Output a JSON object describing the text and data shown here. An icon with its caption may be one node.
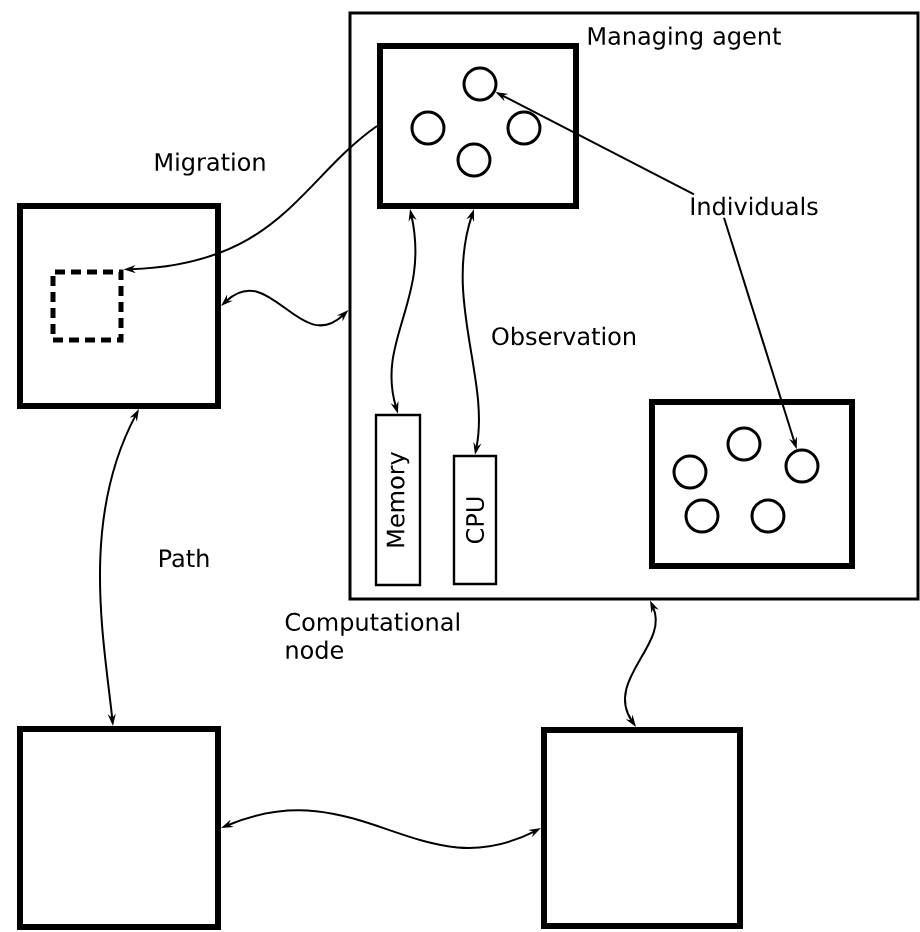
{
  "diagram": {
    "nodes": [
      {
        "text": [
          "Computational node"
        ]
      },
      {
        "text": [
          "Managing agent"
        ],
        "in": 0
      },
      {
        "text": [],
        "shape": "circle",
        "in": 1
      },
      {
        "text": [],
        "shape": "circle",
        "in": 1
      },
      {
        "text": [],
        "shape": "circle",
        "in": 1
      },
      {
        "text": [],
        "shape": "circle",
        "in": 1
      },
      {
        "text": [
          "Memory"
        ],
        "in": 0
      },
      {
        "text": [
          "CPU"
        ],
        "in": 0
      },
      {
        "text": [],
        "shape": "box",
        "in": 0
      },
      {
        "text": [],
        "shape": "circle",
        "in": 8
      },
      {
        "text": [],
        "shape": "circle",
        "in": 8
      },
      {
        "text": [],
        "shape": "circle",
        "in": 8
      },
      {
        "text": [],
        "shape": "circle",
        "in": 8
      },
      {
        "text": [],
        "shape": "circle",
        "in": 8
      },
      {
        "text": [
          "Individuals"
        ],
        "in": 0
      },
      {
        "text": [],
        "shape": "box"
      },
      {
        "text": [],
        "shape": "box",
        "in": 15
      },
      {
        "text": [],
        "shape": "box"
      },
      {
        "text": [],
        "shape": "box"
      }
    ],
    "edges": [
      {
        "from": 1,
        "to": 16,
        "arrow": "to",
        "label": "Migration"
      },
      {
        "from": 15,
        "to": 0,
        "arrow": "both"
      },
      {
        "from": 1,
        "to": 6,
        "arrow": "both"
      },
      {
        "from": 1,
        "to": 7,
        "arrow": "both",
        "label": "Observation"
      },
      {
        "from": 14,
        "to": 2,
        "arrow": "to"
      },
      {
        "from": 14,
        "to": 11,
        "arrow": "to"
      },
      {
        "from": 15,
        "to": 17,
        "arrow": "both",
        "label": "Path"
      },
      {
        "from": 17,
        "to": 18,
        "arrow": "both"
      },
      {
        "from": 0,
        "to": 18,
        "arrow": "both"
      }
    ]
  }
}
